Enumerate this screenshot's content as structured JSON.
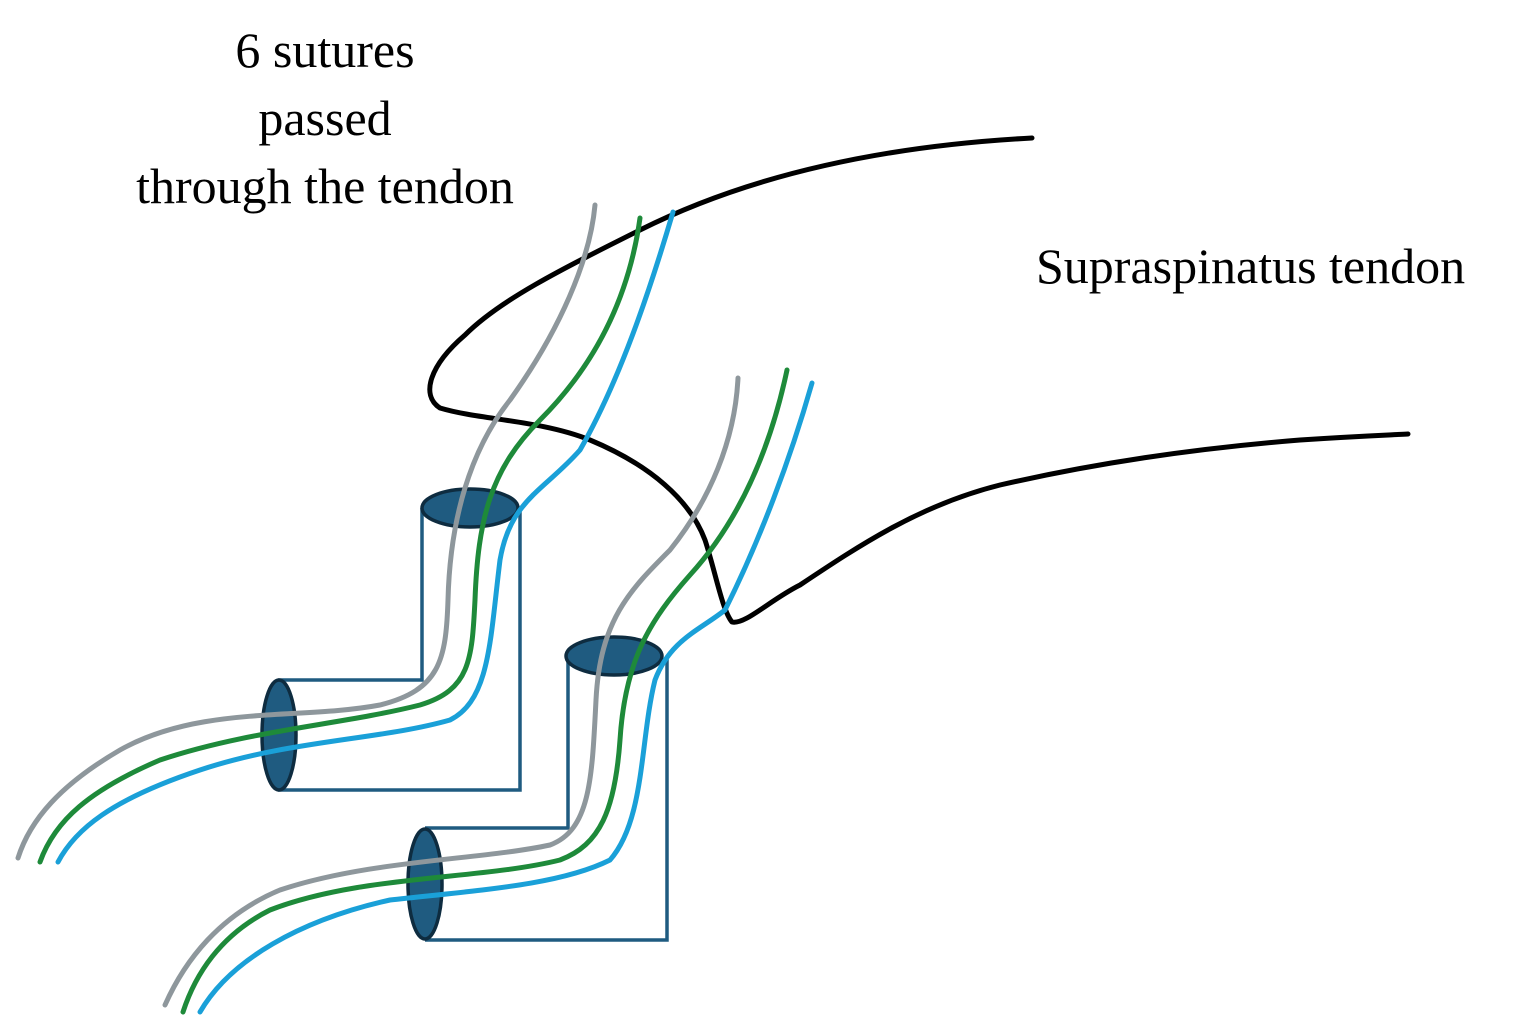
{
  "diagram": {
    "labels": {
      "sutures": "6 sutures passed through the tendon",
      "sutures_lines": [
        "6 sutures",
        "passed",
        "through the tendon"
      ],
      "tendon": "Supraspinatus tendon"
    },
    "colors": {
      "tendon_outline": "#000000",
      "anchor_outline": "#1f5b80",
      "anchor_cap_fill": "#1f5b80",
      "anchor_cap_stroke": "#0e2c40",
      "suture_gray": "#8e979c",
      "suture_green": "#1e8a3a",
      "suture_blue": "#1aa0d8"
    },
    "components": {
      "anchors": [
        "anchor-upper",
        "anchor-lower"
      ],
      "sutures_per_anchor": [
        "gray",
        "green",
        "blue"
      ],
      "suture_count": 6
    }
  }
}
